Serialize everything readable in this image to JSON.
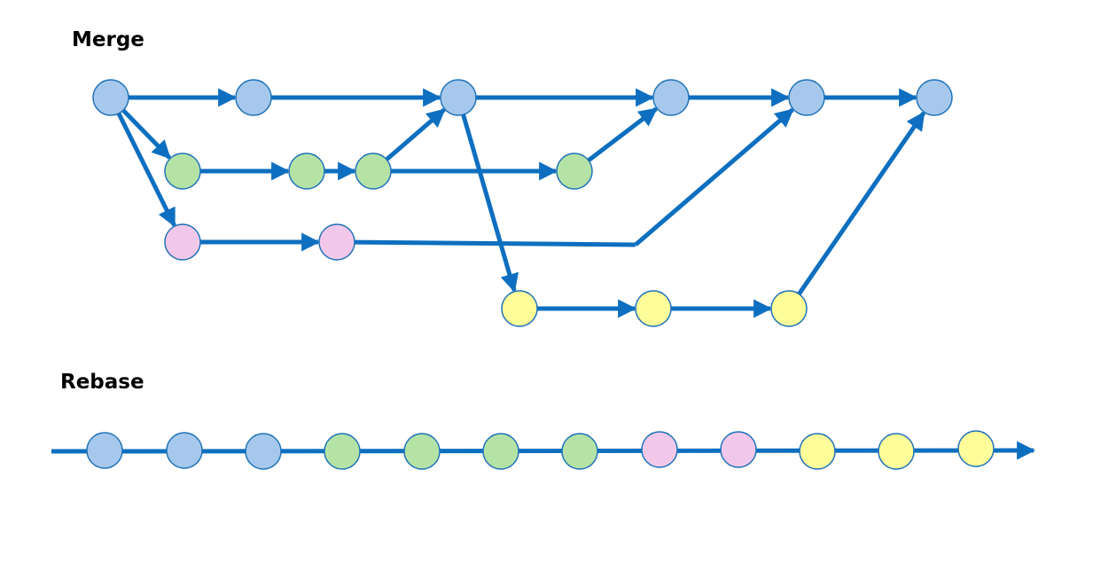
{
  "titles": {
    "merge": "Merge",
    "rebase": "Rebase"
  },
  "colors": {
    "line": "#0e6fc0",
    "main": "#a6c8ec",
    "feature_green": "#b5e3a6",
    "feature_pink": "#f2c8ea",
    "feature_yellow": "#fdfd9a",
    "node_stroke": "#1f72b8"
  },
  "merge": {
    "branches": [
      "main",
      "feature_green",
      "feature_pink",
      "feature_yellow"
    ],
    "commits_per_branch": {
      "main": 6,
      "feature_green": 4,
      "feature_pink": 2,
      "feature_yellow": 3
    }
  },
  "rebase": {
    "sequence": [
      "main",
      "main",
      "main",
      "feature_green",
      "feature_green",
      "feature_green",
      "feature_green",
      "feature_pink",
      "feature_pink",
      "feature_yellow",
      "feature_yellow",
      "feature_yellow"
    ]
  }
}
